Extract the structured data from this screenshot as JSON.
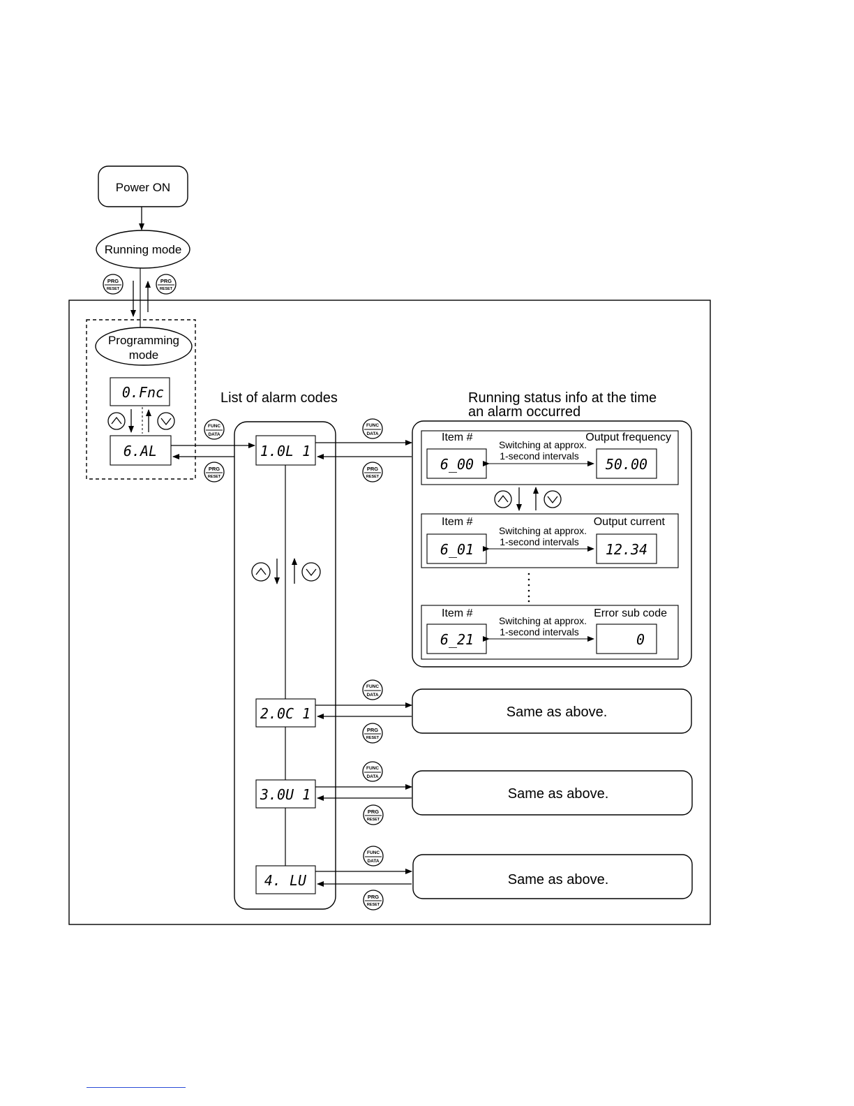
{
  "power_on": "Power ON",
  "running_mode": "Running mode",
  "programming_mode": [
    "Programming",
    "mode"
  ],
  "list_title": "List of alarm codes",
  "status_title": [
    "Running status info at the time",
    "an alarm occurred"
  ],
  "lcd": {
    "menu": "0.Fnc",
    "alarm_menu": "6.AL",
    "alarms": [
      "1.0L 1",
      "2.0C 1",
      "3.0U 1",
      "4. LU"
    ]
  },
  "keys": {
    "prg_top": "PRG",
    "prg_bottom": "RESET",
    "func_top": "FUNC",
    "func_bottom": "DATA"
  },
  "status_items": [
    {
      "left_label": "Item #",
      "right_label": "Output frequency",
      "left_lcd": "6_00",
      "right_lcd": "50.00"
    },
    {
      "left_label": "Item #",
      "right_label": "Output current",
      "left_lcd": "6_01",
      "right_lcd": "12.34"
    },
    {
      "left_label": "Item #",
      "right_label": "Error sub code",
      "left_lcd": "6_21",
      "right_lcd": "0"
    }
  ],
  "switching": [
    "Switching at approx.",
    "1-second intervals"
  ],
  "same_as_above": "Same as above."
}
